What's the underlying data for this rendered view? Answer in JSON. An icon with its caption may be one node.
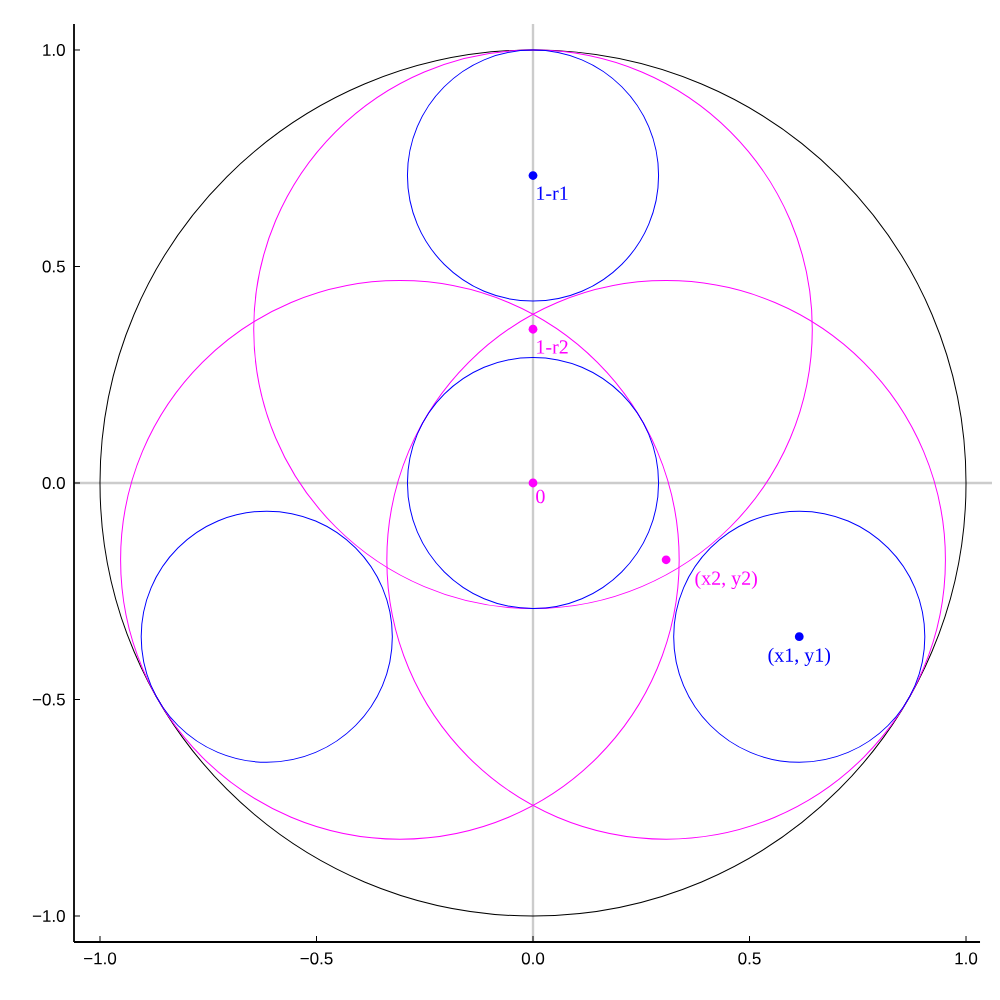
{
  "diagram": {
    "labels": [
      "1.0",
      "0.5",
      "0.0",
      "−0.5",
      "−1.0",
      "−1.0",
      "−0.5",
      "0.0",
      "0.5",
      "1.0",
      "1-r1",
      "1-r2",
      "0",
      "(x2, y2)",
      "(x1, y1)"
    ]
  }
}
